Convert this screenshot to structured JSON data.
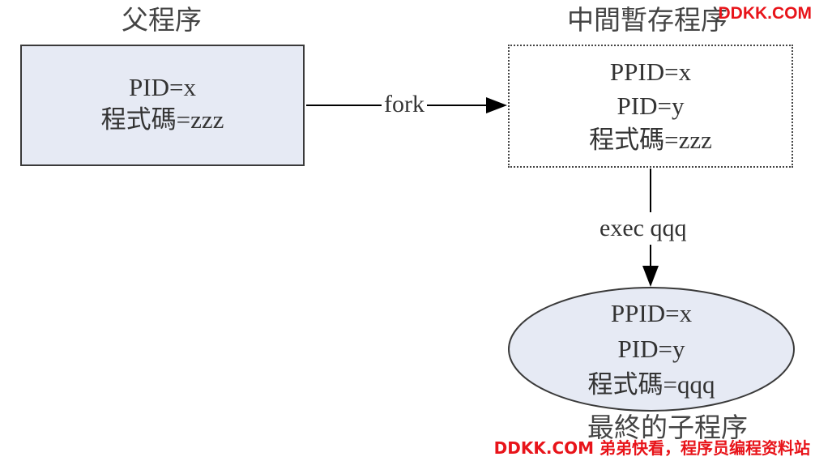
{
  "parent": {
    "title": "父程序",
    "lines": [
      "PID=x",
      "程式碼=zzz"
    ]
  },
  "temp": {
    "title": "中間暫存程序",
    "lines": [
      "PPID=x",
      "PID=y",
      "程式碼=zzz"
    ]
  },
  "final": {
    "title": "最終的子程序",
    "lines": [
      "PPID=x",
      "PID=y",
      "程式碼=qqq"
    ]
  },
  "edges": {
    "fork_label": "fork",
    "exec_label": "exec qqq"
  },
  "watermark": {
    "top": "DDKK.COM",
    "bottom": "DDKK.COM 弟弟快看，程序员编程资料站"
  },
  "colors": {
    "node_fill": "#e6eaf4",
    "stroke": "#3a3a3a",
    "watermark": "#e8141a"
  }
}
